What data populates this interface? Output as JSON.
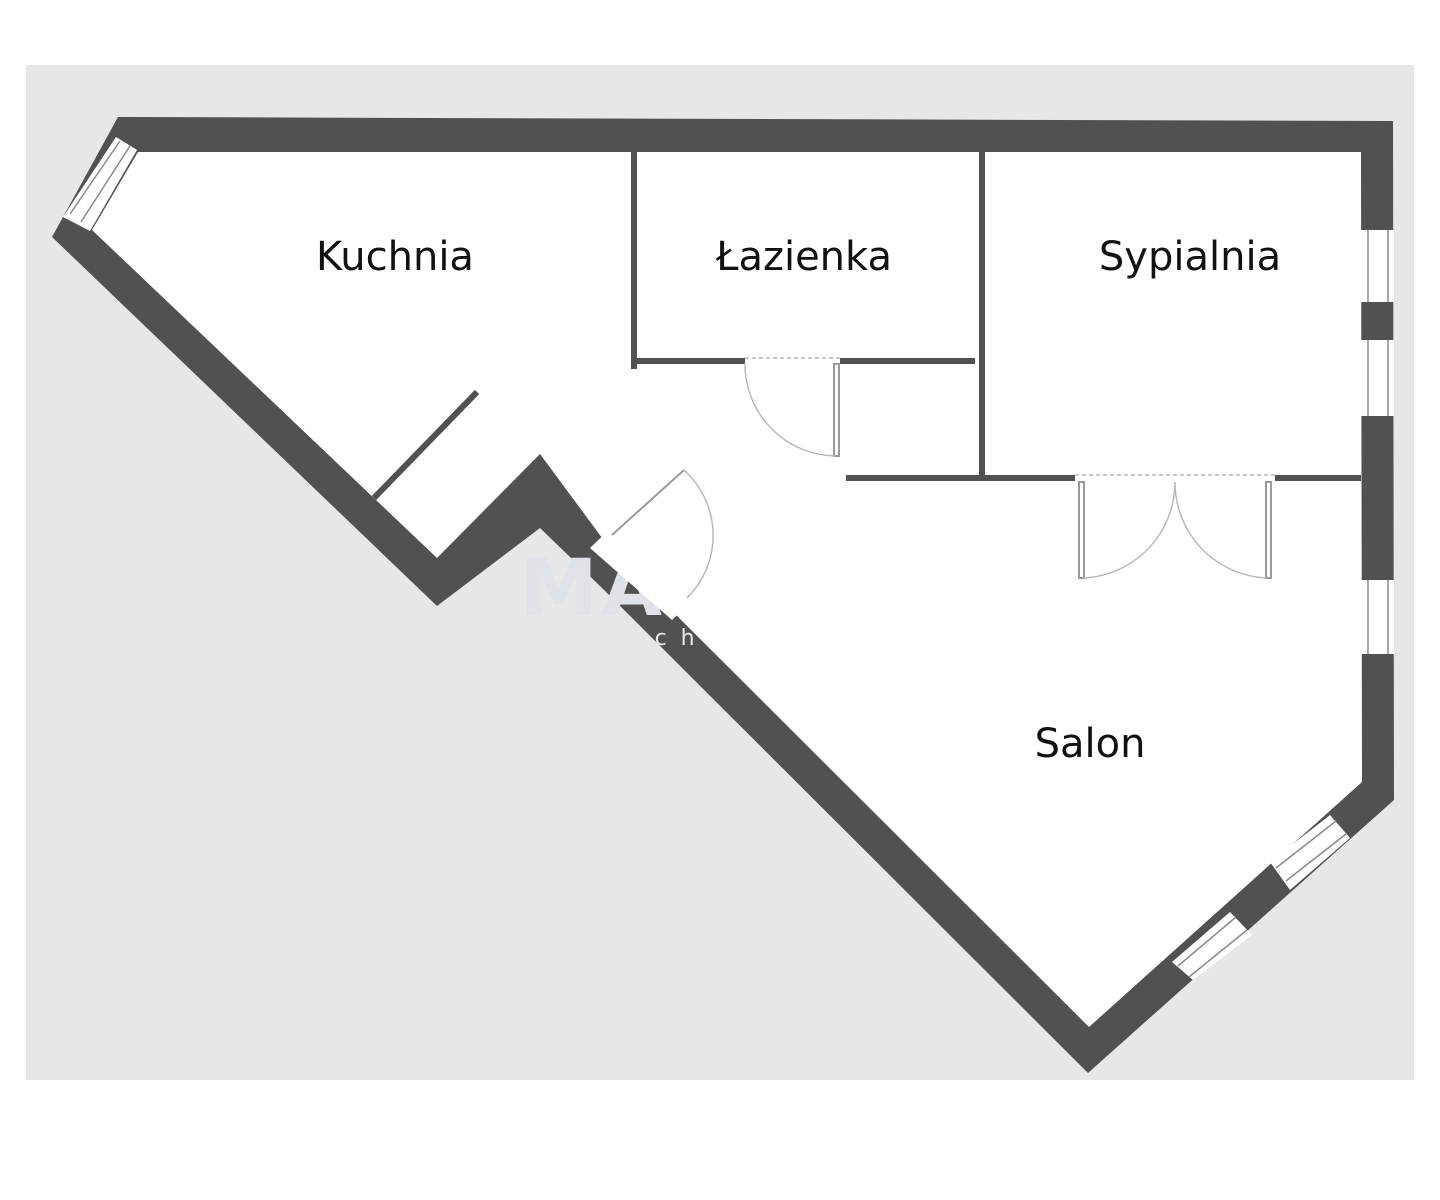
{
  "plan": {
    "rooms": [
      {
        "key": "kuchnia",
        "label": "Kuchnia"
      },
      {
        "key": "lazienka",
        "label": "Łazienka"
      },
      {
        "key": "sypialnia",
        "label": "Sypialnia"
      },
      {
        "key": "salon",
        "label": "Salon"
      }
    ],
    "watermark": {
      "main": "MA",
      "sub": "nieruch"
    },
    "colors": {
      "background": "#e7e7e7",
      "floor": "#ffffff",
      "wall": "#515151",
      "text": "#111111"
    }
  }
}
